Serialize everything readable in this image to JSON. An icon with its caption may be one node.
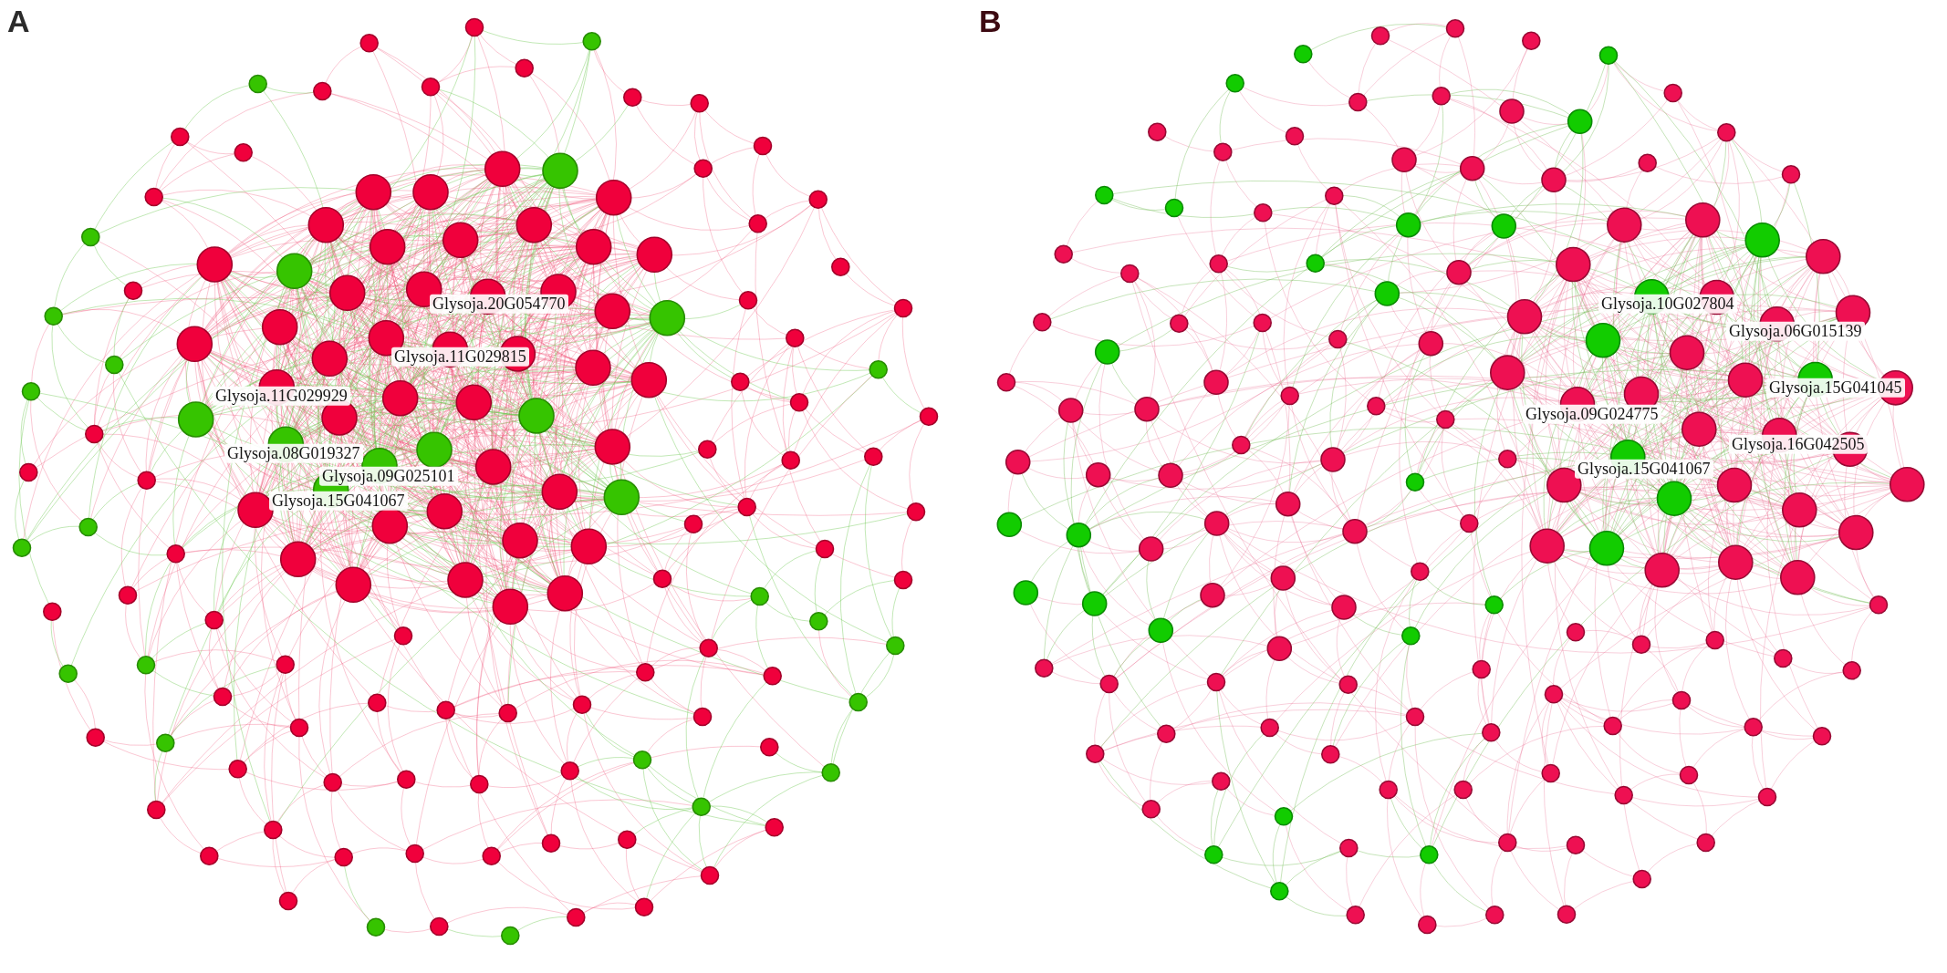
{
  "diagram": {
    "labels": [
      "A",
      "Glysoja.20G054770",
      "Glysoja.11G029815",
      "Glysoja.11G029929",
      "Glysoja.08G019327",
      "Glysoja.09G025101",
      "Glysoja.15G041067",
      "B",
      "Glysoja.10G027804",
      "Glysoja.06G015139",
      "Glysoja.15G041045",
      "Glysoja.09G024775",
      "Glysoja.16G042505",
      "Glysoja.15G041067"
    ]
  }
}
